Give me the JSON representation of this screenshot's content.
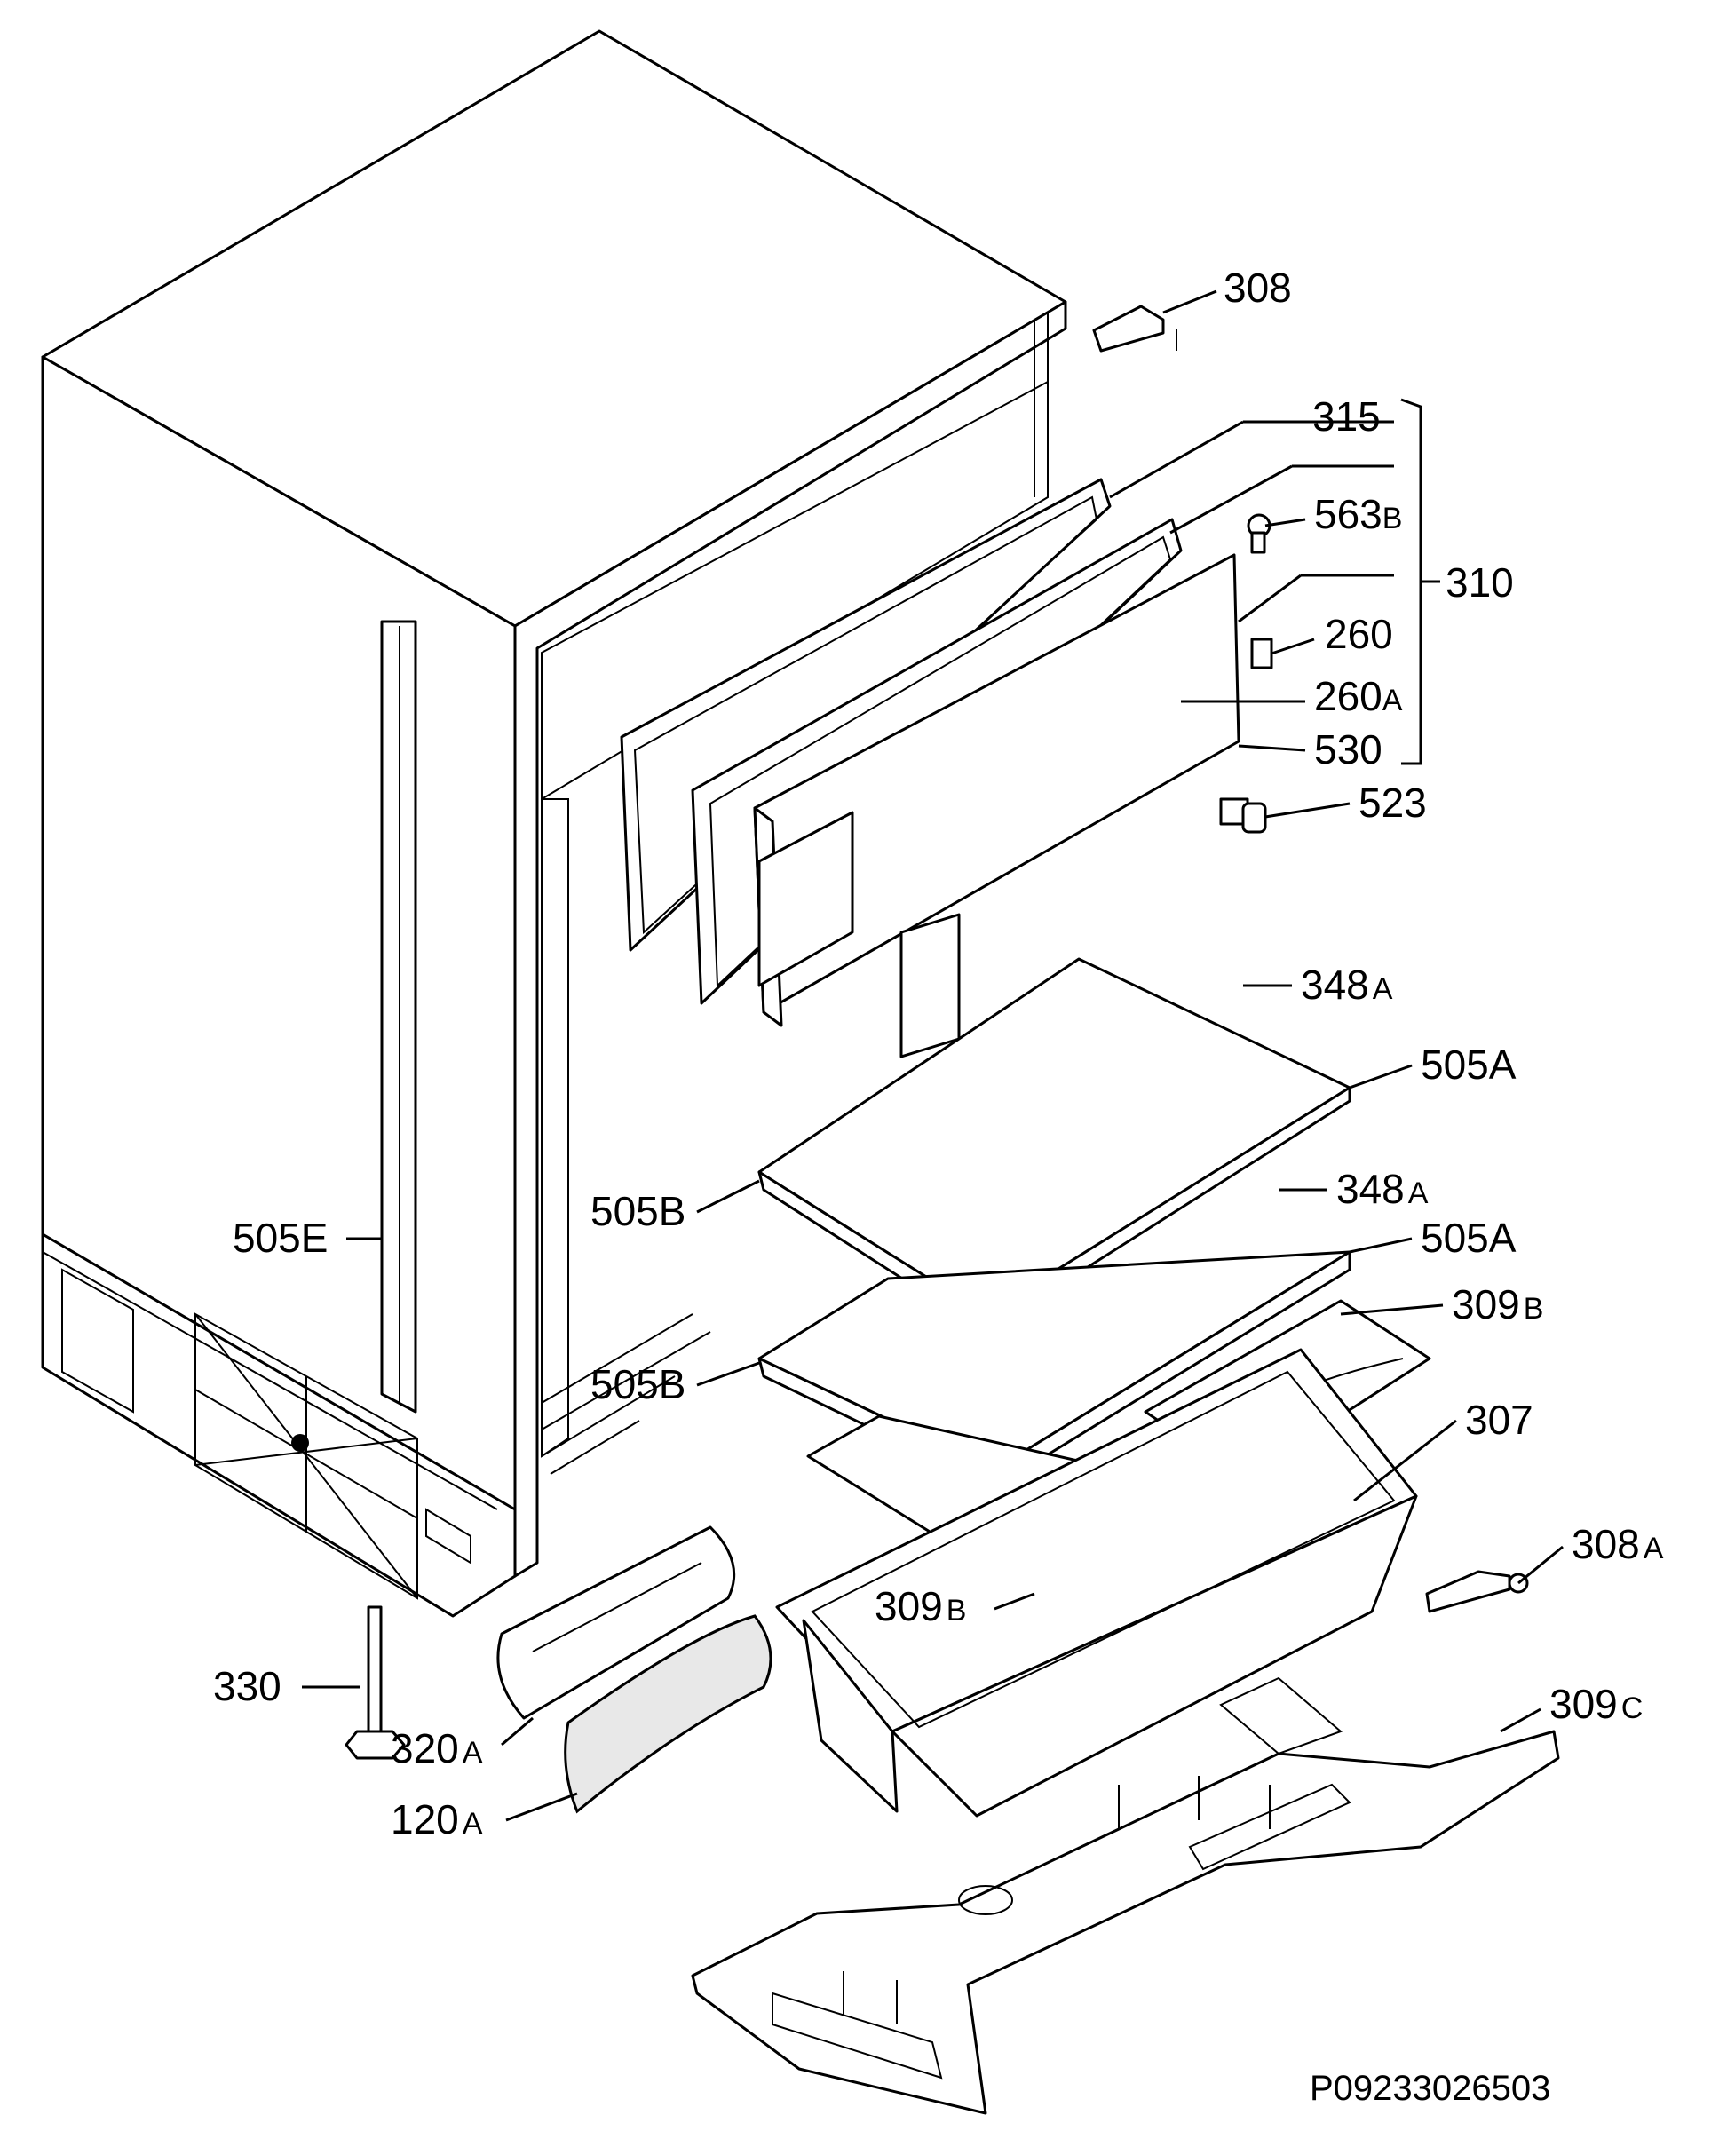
{
  "drawing_ref": "P09233026503",
  "callouts": {
    "c308": {
      "main": "308",
      "suffix": ""
    },
    "c315": {
      "main": "315",
      "suffix": ""
    },
    "c563B": {
      "main": "563",
      "suffix": "B"
    },
    "c310": {
      "main": "310",
      "suffix": ""
    },
    "c260": {
      "main": "260",
      "suffix": ""
    },
    "c260A": {
      "main": "260",
      "suffix": "A"
    },
    "c530": {
      "main": "530",
      "suffix": ""
    },
    "c523": {
      "main": "523",
      "suffix": ""
    },
    "c348A_1": {
      "main": "348",
      "suffix": "A"
    },
    "c505A_1": {
      "main": "505A",
      "suffix": ""
    },
    "c505B_1": {
      "main": "505B",
      "suffix": ""
    },
    "c505E": {
      "main": "505E",
      "suffix": ""
    },
    "c348A_2": {
      "main": "348",
      "suffix": "A"
    },
    "c505A_2": {
      "main": "505A",
      "suffix": ""
    },
    "c309B_1": {
      "main": "309",
      "suffix": "B"
    },
    "c505B_2": {
      "main": "505B",
      "suffix": ""
    },
    "c307": {
      "main": "307",
      "suffix": ""
    },
    "c308A": {
      "main": "308",
      "suffix": "A"
    },
    "c309B_2": {
      "main": "309",
      "suffix": "B"
    },
    "c330": {
      "main": "330",
      "suffix": ""
    },
    "c309C": {
      "main": "309",
      "suffix": "C"
    },
    "c320A": {
      "main": "320",
      "suffix": "A"
    },
    "c120A": {
      "main": "120",
      "suffix": "A"
    }
  }
}
